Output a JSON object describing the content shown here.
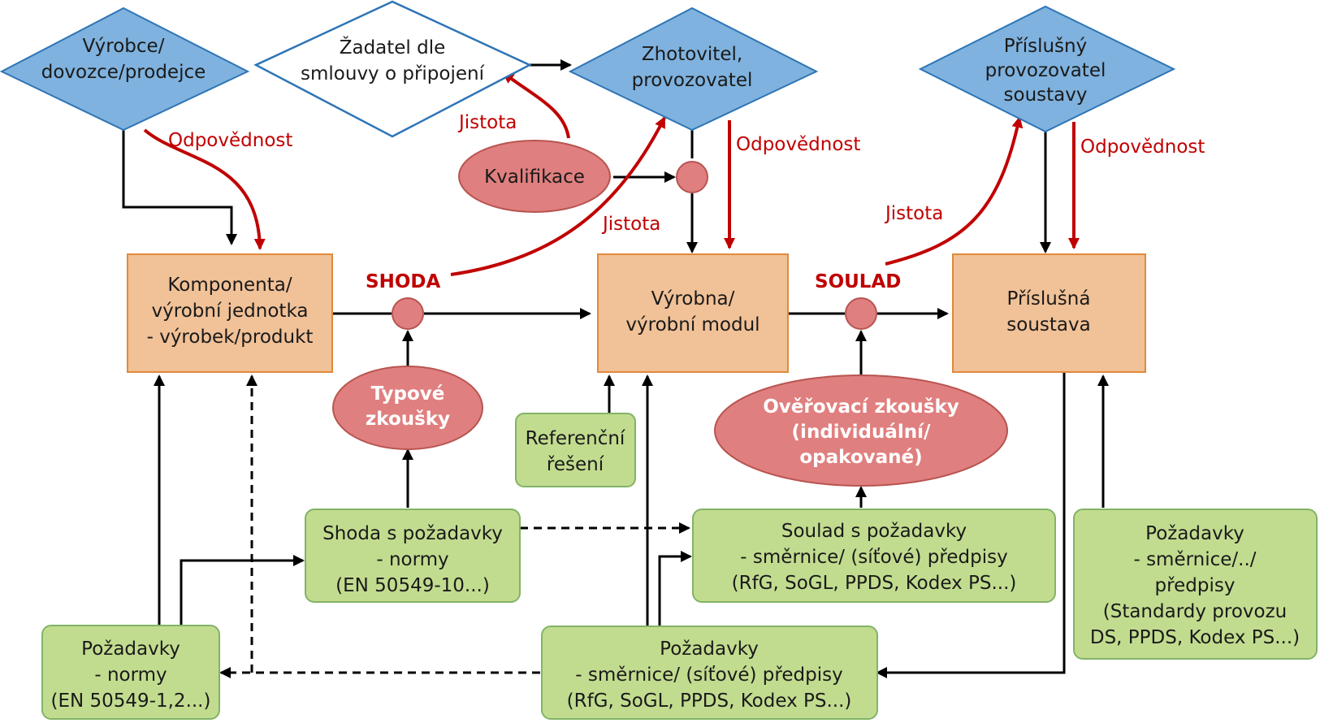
{
  "diamonds": {
    "manufacturer": [
      "Výrobce/",
      "dovozce/prodejce"
    ],
    "applicant": [
      "Žadatel dle",
      "smlouvy o připojení"
    ],
    "contractor": [
      "Zhotovitel,",
      "provozovatel"
    ],
    "operator": [
      "Příslušný",
      "provozovatel",
      "soustavy"
    ]
  },
  "boxes": {
    "component": [
      "Komponenta/",
      "výrobní jednotka",
      "- výrobek/produkt"
    ],
    "plant": [
      "Výrobna/",
      "výrobní modul"
    ],
    "system": [
      "Příslušná",
      "soustava"
    ]
  },
  "ellipses": {
    "qualification": [
      "Kvalifikace"
    ],
    "type_tests": [
      "Typové",
      "zkoušky"
    ],
    "verification_tests": [
      "Ověřovací zkoušky",
      "(individuální/",
      "opakované)"
    ]
  },
  "green": {
    "reference": [
      "Referenční",
      "řešení"
    ],
    "conformity_norms": [
      "Shoda s požadavky",
      "- normy",
      "(EN 50549-10...)"
    ],
    "compliance_rules": [
      "Soulad s požadavky",
      "- směrnice/ (síťové) předpisy",
      "(RfG, SoGL, PPDS, Kodex PS...)"
    ],
    "system_reqs": [
      "Požadavky",
      "- směrnice/../",
      "předpisy",
      "(Standardy provozu",
      "DS, PPDS, Kodex PS...)"
    ],
    "norm_reqs": [
      "Požadavky",
      "- normy",
      "(EN 50549-1,2...)"
    ],
    "rule_reqs": [
      "Požadavky",
      "- směrnice/ (síťové) předpisy",
      "(RfG, SoGL, PPDS, Kodex PS...)"
    ]
  },
  "labels": {
    "responsibility_1": "Odpovědnost",
    "responsibility_2": "Odpovědnost",
    "responsibility_3": "Odpovědnost",
    "assurance_1": "Jistota",
    "assurance_2": "Jistota",
    "assurance_3": "Jistota",
    "shoda": "SHODA",
    "soulad": "SOULAD"
  },
  "colors": {
    "diamond_fill": "#7fb2de",
    "diamond_stroke": "#2e75b6",
    "box_fill": "#f1c197",
    "box_stroke": "#e08a3c",
    "ellipse_fill": "#e07f7f",
    "ellipse_stroke": "#b85450",
    "green_fill": "#c2dc8f",
    "green_stroke": "#82b366",
    "red": "#c00000"
  }
}
